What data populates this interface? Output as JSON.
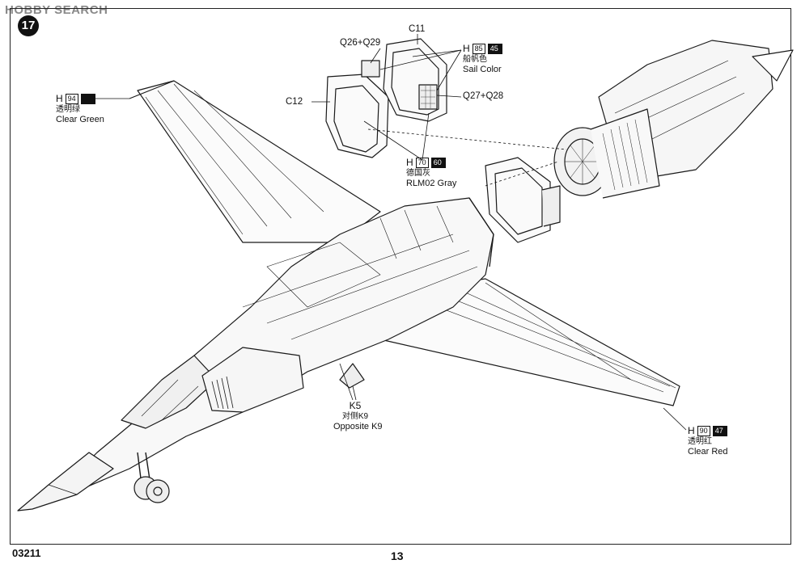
{
  "watermark": "HOBBY SEARCH",
  "step_number": "17",
  "callouts": {
    "clear_green": {
      "code": "H",
      "num": "94",
      "cn": "透明绿",
      "en": "Clear Green"
    },
    "sail_color": {
      "code": "H",
      "num": "85",
      "fill": "45",
      "cn": "船帆色",
      "en": "Sail Color"
    },
    "rlm02": {
      "code": "H",
      "num": "70",
      "fill": "60",
      "cn": "德国灰",
      "en": "RLM02 Gray"
    },
    "clear_red": {
      "code": "H",
      "num": "90",
      "fill": "47",
      "cn": "透明红",
      "en": "Clear Red"
    }
  },
  "parts": {
    "c11": "C11",
    "q26_q29": "Q26+Q29",
    "c12": "C12",
    "q27_q28": "Q27+Q28",
    "k5": "K5",
    "k5_cn": "对侧K9",
    "k5_en": "Opposite K9"
  },
  "footer": {
    "product_number": "03211",
    "page_number": "13"
  }
}
